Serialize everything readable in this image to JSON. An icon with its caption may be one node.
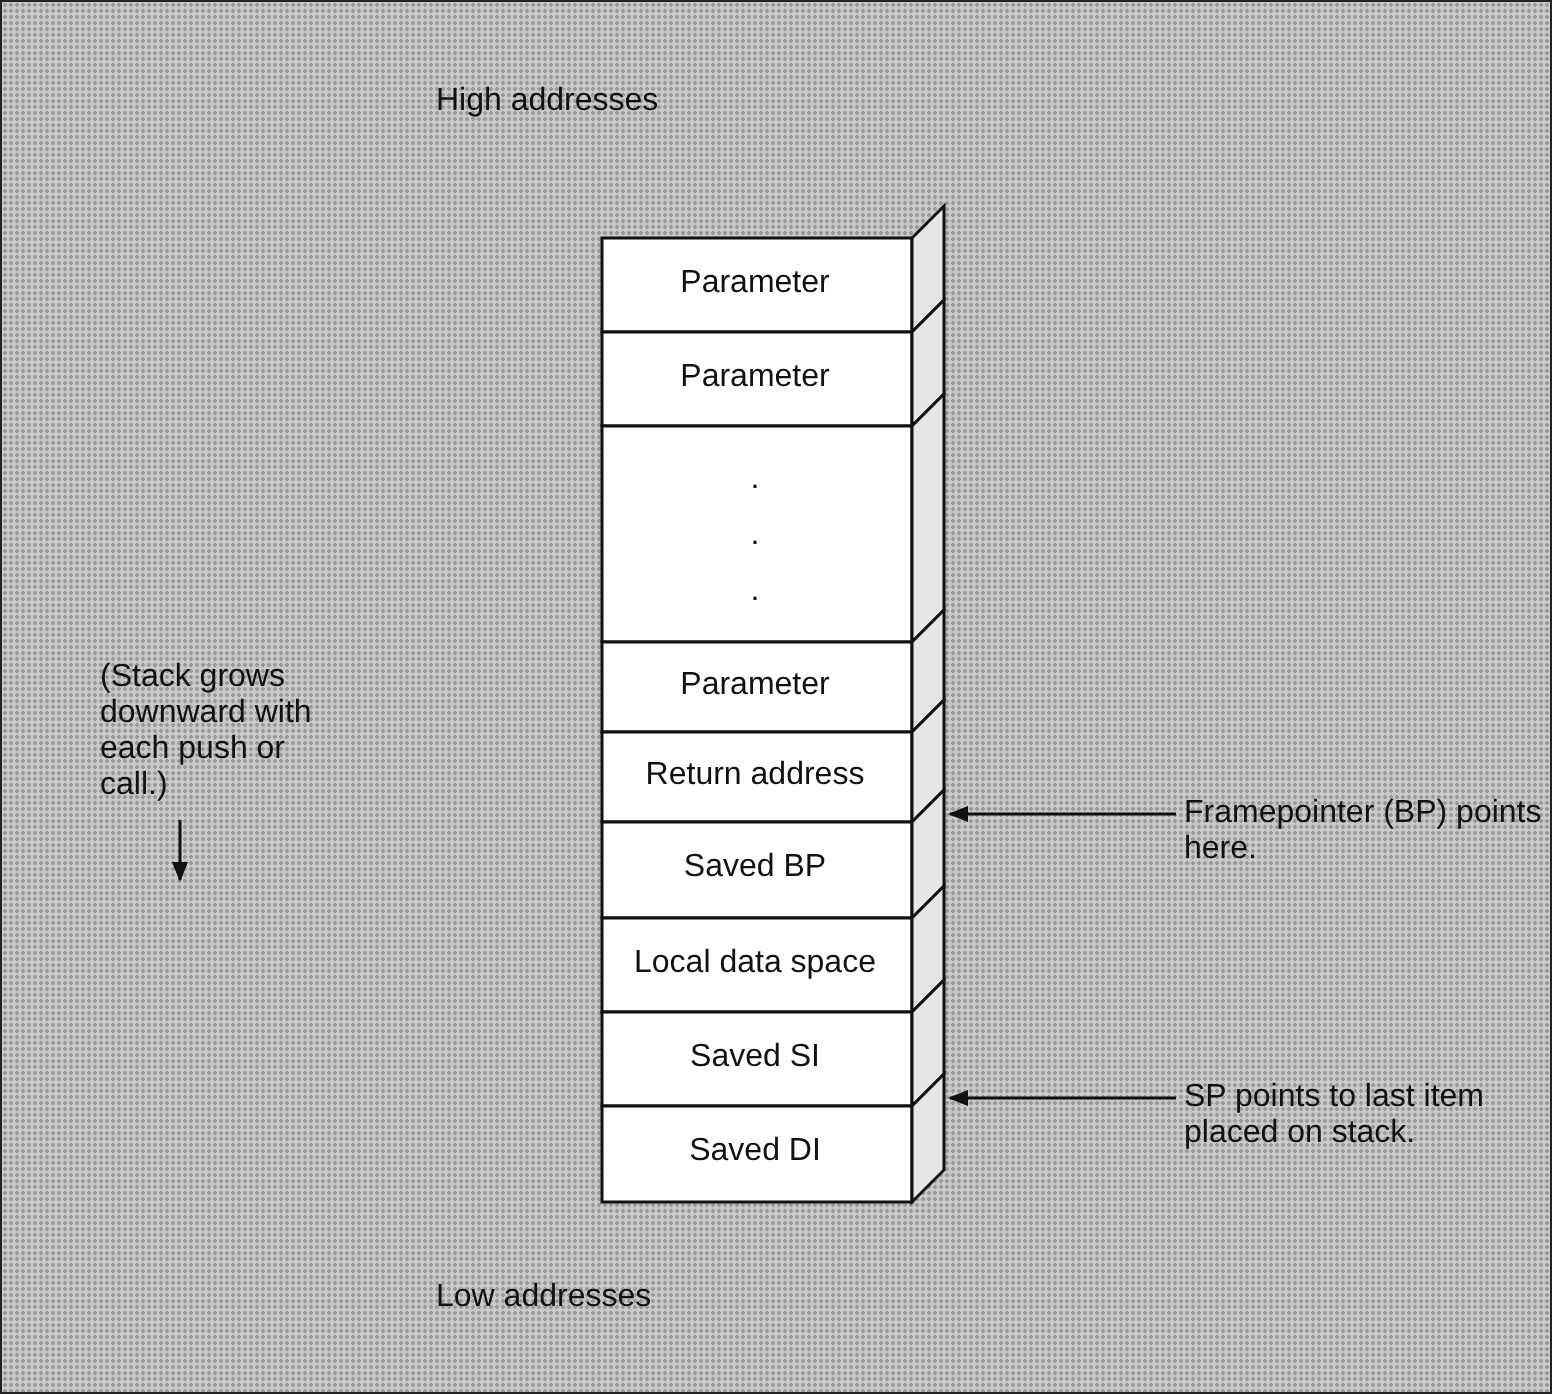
{
  "diagram": {
    "nodes": [
      {
        "text": [
          "Parameter"
        ]
      },
      {
        "text": [
          "Parameter"
        ]
      },
      {
        "text": [
          ". . ."
        ]
      },
      {
        "text": [
          "Parameter"
        ]
      },
      {
        "text": [
          "Return address"
        ]
      },
      {
        "text": [
          "Saved BP"
        ]
      },
      {
        "text": [
          "Local data space"
        ]
      },
      {
        "text": [
          "Saved SI"
        ]
      },
      {
        "text": [
          "Saved DI"
        ]
      },
      {
        "text": [
          "Framepointer (BP) points here."
        ]
      },
      {
        "text": [
          "SP points to last item placed on stack."
        ]
      }
    ],
    "edges": [
      {
        "from": 9,
        "to": 5,
        "arrow": "to"
      },
      {
        "from": 10,
        "to": 8,
        "arrow": "to"
      }
    ],
    "labels": [
      "High addresses",
      "(Stack grows downward with each push or call.)",
      "Low addresses"
    ]
  }
}
